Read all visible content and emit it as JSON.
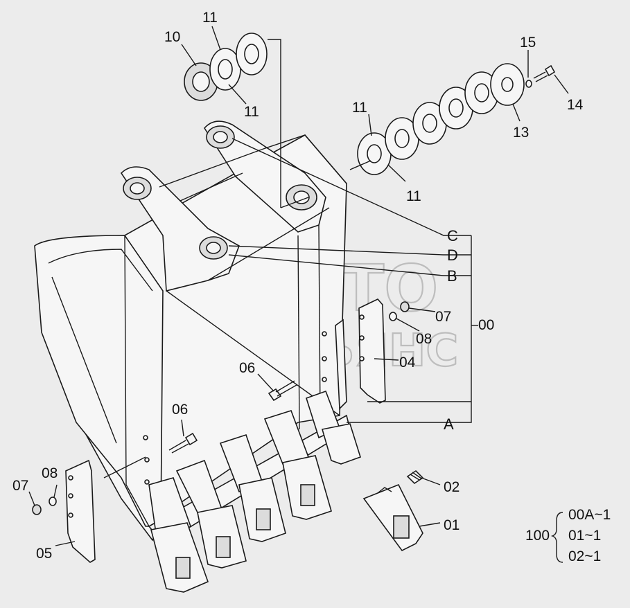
{
  "watermark": {
    "line1": "АВТО",
    "line2": "АЛЬЯНС"
  },
  "callouts": {
    "p10": "10",
    "p11_top": "11",
    "p11_mid": "11",
    "p11_right_top": "11",
    "p11_right_bottom": "11",
    "p15": "15",
    "p14": "14",
    "p13": "13",
    "ref_c": "C",
    "ref_d": "D",
    "ref_b": "B",
    "ref_a": "A",
    "p07_right": "07",
    "p08_right": "08",
    "p00": "00",
    "p04": "04",
    "p06_center": "06",
    "p06_left": "06",
    "p08_left": "08",
    "p07_left": "07",
    "p05": "05",
    "p02": "02",
    "p01": "01"
  },
  "assembly_table": {
    "assembly_number": "100",
    "items": [
      "00A~1",
      "01~1",
      "02~1"
    ]
  },
  "colors": {
    "background": "#ececec",
    "ink": "#1a1a1a",
    "watermark": "#bdbdbd"
  }
}
